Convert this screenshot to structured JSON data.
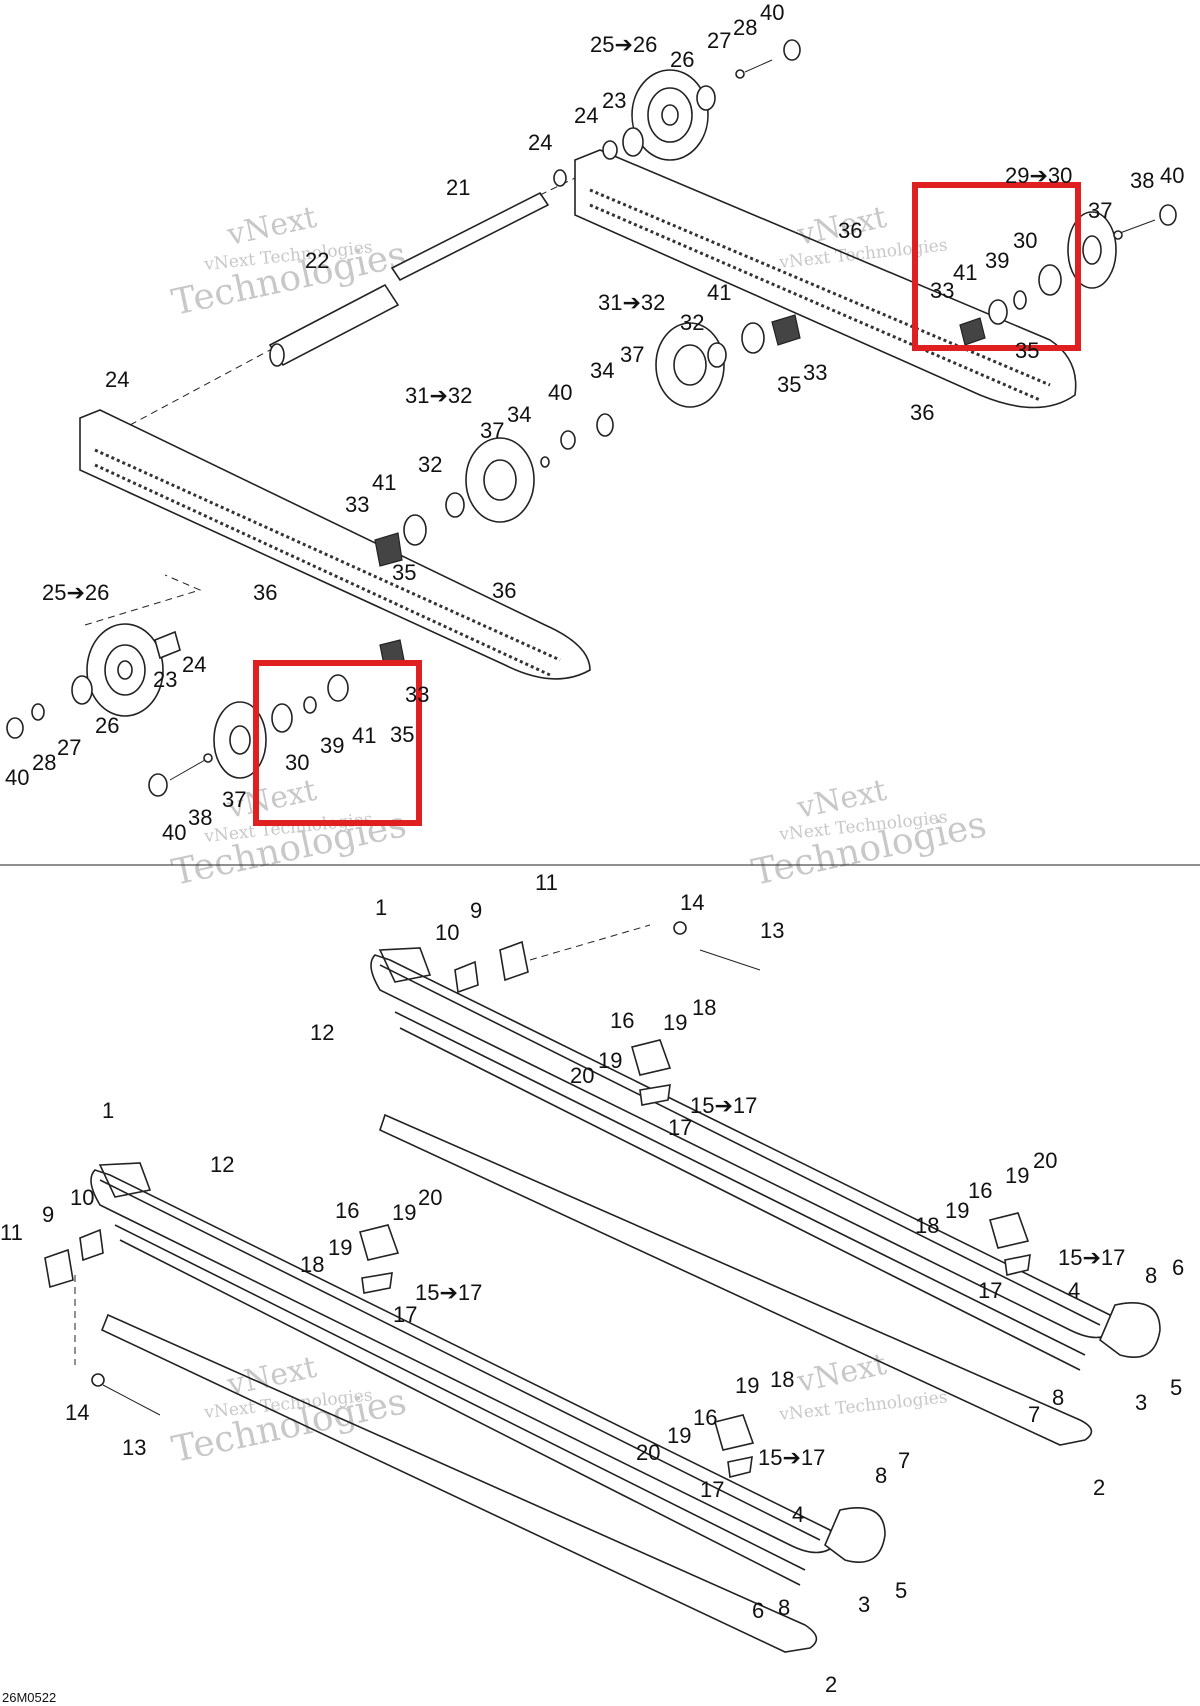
{
  "diagram_code": "26M0522",
  "watermark": {
    "line1": "vNext Technologies",
    "line2": "Technologies",
    "line3": "vNext"
  },
  "highlight_color": "#e02020",
  "callouts": [
    {
      "label": "25➔26"
    },
    {
      "label": "26"
    },
    {
      "label": "27"
    },
    {
      "label": "28"
    },
    {
      "label": "40"
    },
    {
      "label": "24"
    },
    {
      "label": "23"
    },
    {
      "label": "24"
    },
    {
      "label": "21"
    },
    {
      "label": "22"
    },
    {
      "label": "24"
    },
    {
      "label": "29➔30"
    },
    {
      "label": "38"
    },
    {
      "label": "40"
    },
    {
      "label": "37"
    },
    {
      "label": "30"
    },
    {
      "label": "36"
    },
    {
      "label": "41"
    },
    {
      "label": "39"
    },
    {
      "label": "33"
    },
    {
      "label": "35"
    },
    {
      "label": "31➔32"
    },
    {
      "label": "41"
    },
    {
      "label": "32"
    },
    {
      "label": "37"
    },
    {
      "label": "34"
    },
    {
      "label": "35"
    },
    {
      "label": "33"
    },
    {
      "label": "36"
    },
    {
      "label": "40"
    },
    {
      "label": "31➔32"
    },
    {
      "label": "37"
    },
    {
      "label": "34"
    },
    {
      "label": "32"
    },
    {
      "label": "41"
    },
    {
      "label": "33"
    },
    {
      "label": "35"
    },
    {
      "label": "36"
    },
    {
      "label": "36"
    },
    {
      "label": "25➔26"
    },
    {
      "label": "23"
    },
    {
      "label": "24"
    },
    {
      "label": "26"
    },
    {
      "label": "27"
    },
    {
      "label": "28"
    },
    {
      "label": "40"
    },
    {
      "label": "33"
    },
    {
      "label": "30"
    },
    {
      "label": "39"
    },
    {
      "label": "41"
    },
    {
      "label": "35"
    },
    {
      "label": "38"
    },
    {
      "label": "37"
    },
    {
      "label": "40"
    },
    {
      "label": "11"
    },
    {
      "label": "14"
    },
    {
      "label": "1"
    },
    {
      "label": "9"
    },
    {
      "label": "10"
    },
    {
      "label": "13"
    },
    {
      "label": "12"
    },
    {
      "label": "16"
    },
    {
      "label": "19"
    },
    {
      "label": "18"
    },
    {
      "label": "19"
    },
    {
      "label": "20"
    },
    {
      "label": "15➔17"
    },
    {
      "label": "17"
    },
    {
      "label": "1"
    },
    {
      "label": "12"
    },
    {
      "label": "11"
    },
    {
      "label": "9"
    },
    {
      "label": "10"
    },
    {
      "label": "16"
    },
    {
      "label": "20"
    },
    {
      "label": "19"
    },
    {
      "label": "19"
    },
    {
      "label": "18"
    },
    {
      "label": "15➔17"
    },
    {
      "label": "17"
    },
    {
      "label": "14"
    },
    {
      "label": "13"
    },
    {
      "label": "16"
    },
    {
      "label": "19"
    },
    {
      "label": "20"
    },
    {
      "label": "18"
    },
    {
      "label": "19"
    },
    {
      "label": "15➔17"
    },
    {
      "label": "17"
    },
    {
      "label": "4"
    },
    {
      "label": "8"
    },
    {
      "label": "6"
    },
    {
      "label": "8"
    },
    {
      "label": "7"
    },
    {
      "label": "3"
    },
    {
      "label": "5"
    },
    {
      "label": "2"
    },
    {
      "label": "16"
    },
    {
      "label": "18"
    },
    {
      "label": "19"
    },
    {
      "label": "19"
    },
    {
      "label": "20"
    },
    {
      "label": "15➔17"
    },
    {
      "label": "17"
    },
    {
      "label": "4"
    },
    {
      "label": "8"
    },
    {
      "label": "7"
    },
    {
      "label": "6"
    },
    {
      "label": "8"
    },
    {
      "label": "3"
    },
    {
      "label": "5"
    },
    {
      "label": "2"
    }
  ]
}
